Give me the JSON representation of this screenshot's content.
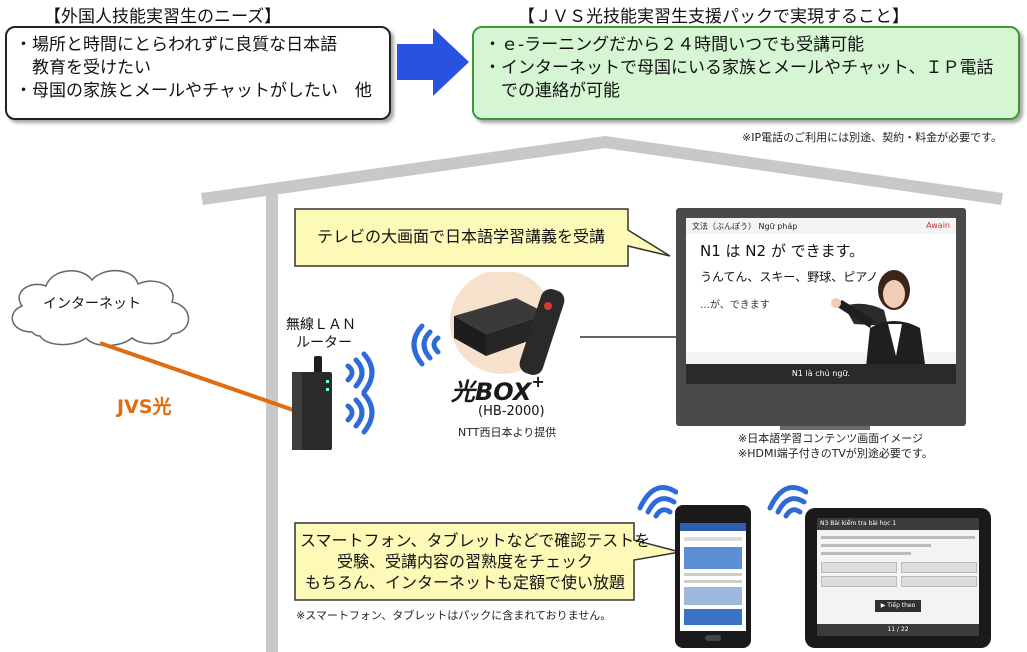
{
  "needs": {
    "header": "【外国人技能実習生のニーズ】",
    "lines": [
      "・場所と時間にとらわれずに良質な日本語",
      "　教育を受けたい",
      "・母国の家族とメールやチャットがしたい　他"
    ]
  },
  "pack": {
    "header": "【ＪＶＳ光技能実習生支援パックで実現すること】",
    "lines": [
      "・ｅ-ラーニングだから２４時間いつでも受講可能",
      "・インターネットで母国にいる家族とメールやチャット、ＩＰ電話",
      "　での連絡が可能"
    ],
    "note": "※IP電話のご利用には別途、契約・料金が必要です。"
  },
  "network": {
    "internet_label": "インターネット",
    "line_label": "JVS光",
    "router_label": [
      "無線ＬＡＮ",
      "ルーター"
    ],
    "box_logo": "光BOX",
    "box_logo_plus": "+",
    "box_model": "(HB-2000)",
    "box_provider": "NTT西日本より提供"
  },
  "tv": {
    "callout": "テレビの大画面で日本語学習講義を受講",
    "screen_header": "文法（ぶんぽう）  Ngữ pháp",
    "screen_brand": "Awain",
    "board_line1": "N1 は N2 が できます。",
    "board_line2": "うんてん、スキー、野球、ピアノ",
    "board_line3": "…が、できます",
    "subtitle": "N1 là chủ ngữ.",
    "notes": [
      "※日本語学習コンテンツ画面イメージ",
      "※HDMI端子付きのTVが別途必要です。"
    ]
  },
  "devices": {
    "callout": [
      "スマートフォン、タブレットなどで確認テストを",
      "受験、受講内容の習熟度をチェック",
      "もちろん、インターネットも定額で使い放題"
    ],
    "note": "※スマートフォン、タブレットはパックに含まれておりません。",
    "tablet_title": "N3 Bài kiểm tra bài học 1",
    "tablet_button": "▶ Tiếp theo",
    "tablet_page": "11 / 22"
  },
  "colors": {
    "arrow": "#2a52e0",
    "wifi": "#2e6bd9",
    "fiber": "#e06c12",
    "callout": "#fdf9b6",
    "pack_bg": "#d6f5d2",
    "pack_border": "#3a9a3a"
  }
}
